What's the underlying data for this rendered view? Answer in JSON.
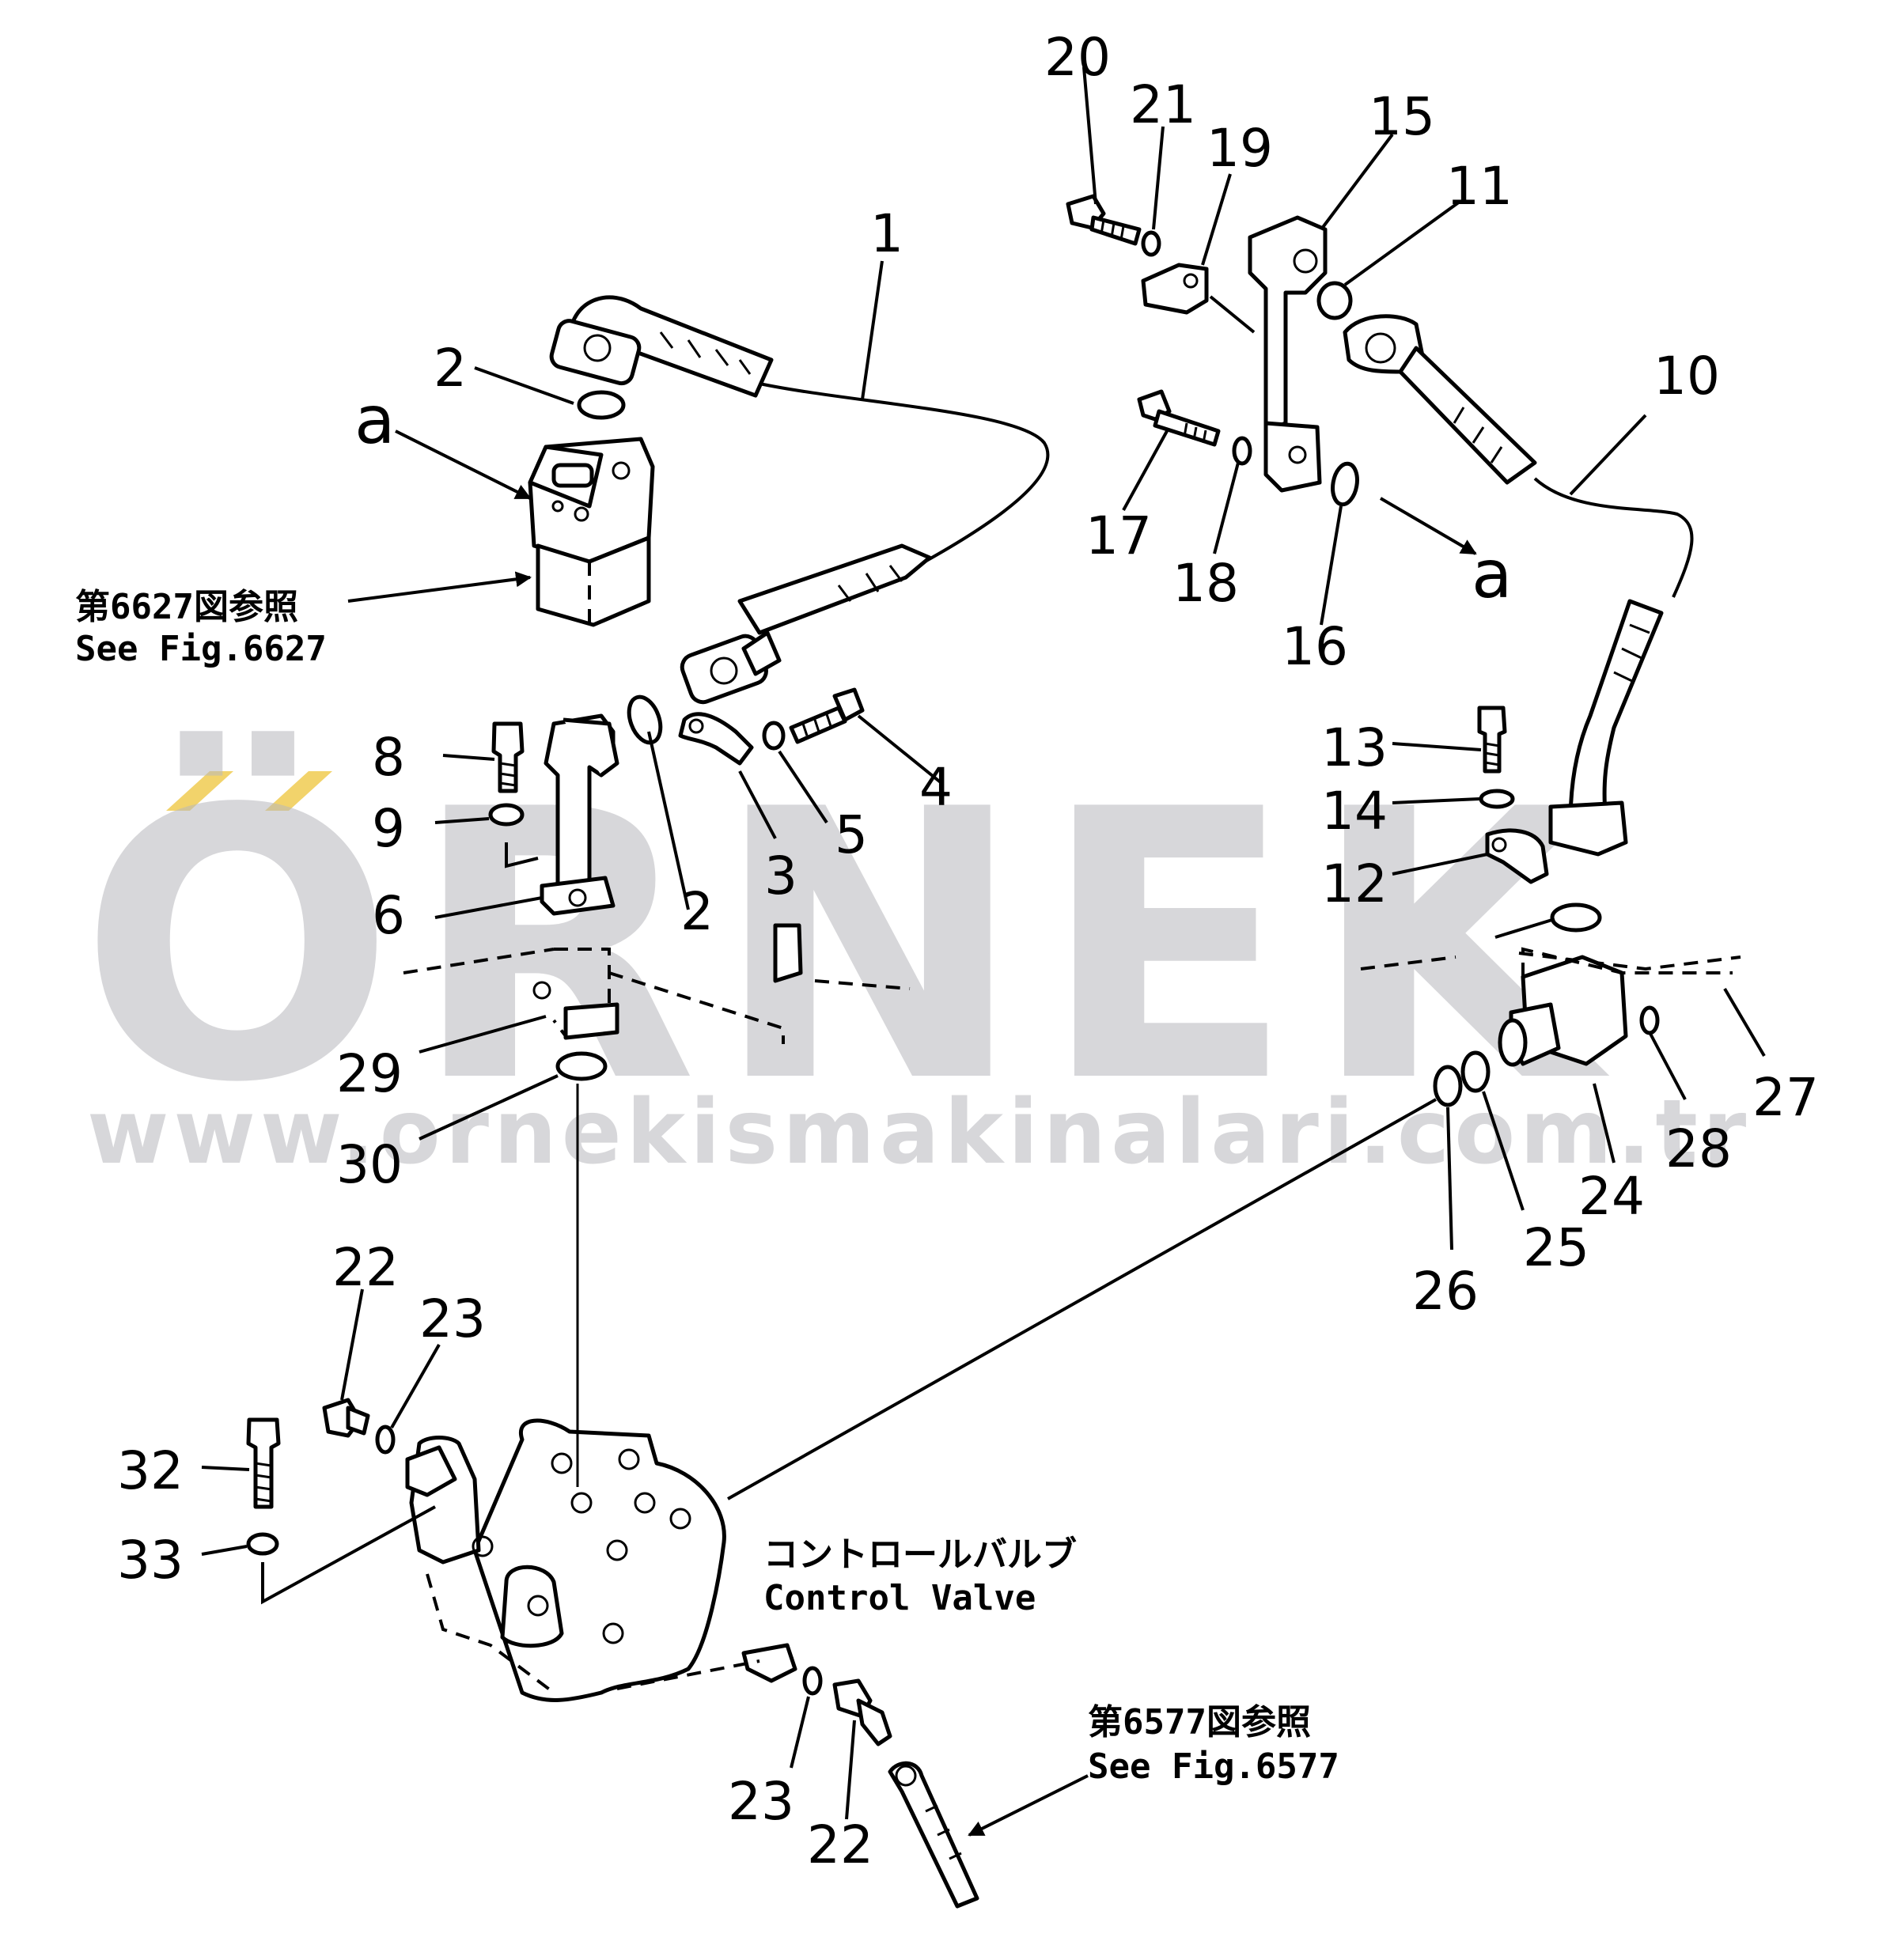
{
  "watermark": {
    "brand": "ÖRNEK",
    "url": "www.ornekismakinalari.com.tr",
    "accent_color": "#f2d36b"
  },
  "references": {
    "upper_left": {
      "jp": "第6627図参照",
      "en": "See Fig.6627"
    },
    "lower_right": {
      "jp": "第6577図参照",
      "en": "See Fig.6577"
    }
  },
  "view_markers": [
    "a",
    "a"
  ],
  "control_valve": {
    "jp": "コントロールバルブ",
    "en": "Control Valve"
  },
  "part_numbers": {
    "p1": "1",
    "p2": "2",
    "p2b": "2",
    "p3": "3",
    "p4": "4",
    "p5": "5",
    "p6": "6",
    "p8": "8",
    "p9": "9",
    "p10": "10",
    "p11": "11",
    "p12": "12",
    "p13": "13",
    "p14": "14",
    "p15": "15",
    "p16": "16",
    "p17": "17",
    "p18": "18",
    "p19": "19",
    "p20": "20",
    "p21": "21",
    "p22a": "22",
    "p22b": "22",
    "p23a": "23",
    "p23b": "23",
    "p24": "24",
    "p25": "25",
    "p26": "26",
    "p27": "27",
    "p28": "28",
    "p29": "29",
    "p30": "30",
    "p32": "32",
    "p33": "33"
  },
  "colors": {
    "ink": "#000000",
    "watermark": "#b8b8bc",
    "background": "#ffffff"
  }
}
